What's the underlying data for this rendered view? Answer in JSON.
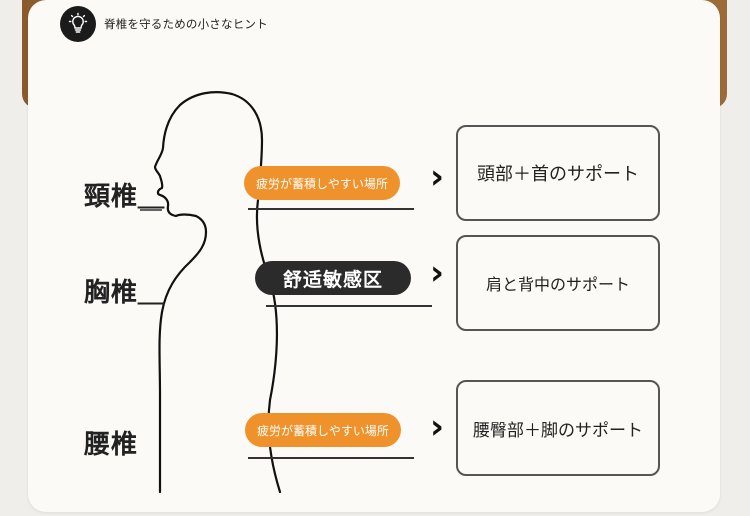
{
  "header": {
    "title": "脊椎を守るための小さなヒント",
    "icon": "lightbulb-icon"
  },
  "regions": [
    {
      "label": "頸椎＿",
      "tag": "疲労が蓄積しやすい場所",
      "support": "頭部＋首のサポート"
    },
    {
      "label": "胸椎＿",
      "tag": "舒适敏感区",
      "support": "肩と背中のサポート"
    },
    {
      "label": "腰椎",
      "tag": "疲労が蓄積しやすい場所",
      "support": "腰臀部＋脚のサポート"
    }
  ],
  "colors": {
    "accent": "#f0922b",
    "dark_pill": "#2b2b2b",
    "card": "#fbfaf6"
  }
}
